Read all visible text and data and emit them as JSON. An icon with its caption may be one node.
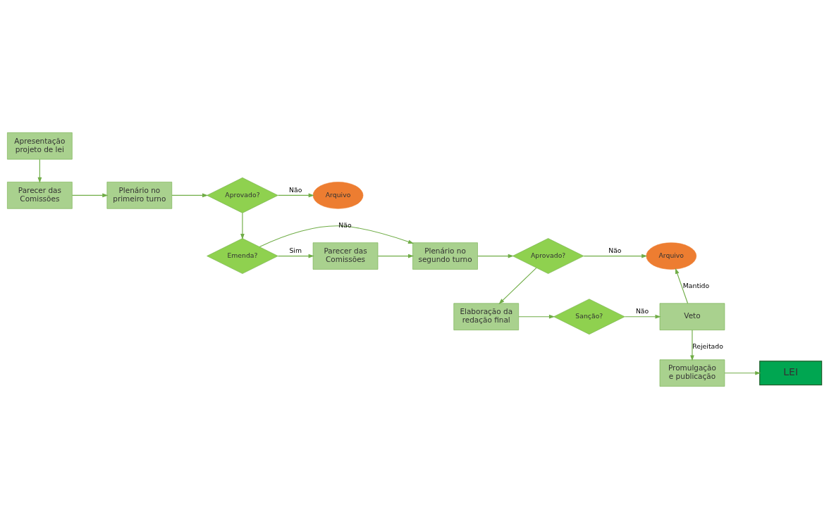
{
  "diagram": {
    "nodes": [
      {
        "text": [
          "Apresentação projeto de lei"
        ]
      },
      {
        "text": [
          "Parecer das Comissões"
        ]
      },
      {
        "text": [
          "Plenário no primeiro turno"
        ]
      },
      {
        "text": [
          "Aprovado?"
        ]
      },
      {
        "text": [
          "Arquivo"
        ]
      },
      {
        "text": [
          "Parecer das Comissões"
        ]
      },
      {
        "text": [
          "Emenda?"
        ]
      },
      {
        "text": [
          "Plenário no segundo turno"
        ]
      },
      {
        "text": [
          "Aprovado?"
        ]
      },
      {
        "text": [
          "Arquivo"
        ]
      },
      {
        "text": [
          "Elaboração da redação final"
        ]
      },
      {
        "text": [
          "Sanção?"
        ]
      },
      {
        "text": [
          "Veto"
        ]
      },
      {
        "text": [
          "Promulgação e publicação"
        ]
      },
      {
        "text": [
          "LEI"
        ]
      }
    ],
    "edges": [
      {
        "from": 0,
        "to": 1,
        "arrow": "to"
      },
      {
        "from": 1,
        "to": 2,
        "arrow": "to"
      },
      {
        "from": 2,
        "to": 3,
        "arrow": "to"
      },
      {
        "from": 3,
        "to": 4,
        "arrow": "to",
        "label": "Não"
      },
      {
        "from": 3,
        "to": 6,
        "arrow": "to"
      },
      {
        "from": 6,
        "to": 5,
        "arrow": "to",
        "label": "Sim"
      },
      {
        "from": 6,
        "to": 7,
        "arrow": "to",
        "label": "Não"
      },
      {
        "from": 5,
        "to": 7,
        "arrow": "to"
      },
      {
        "from": 7,
        "to": 8,
        "arrow": "to"
      },
      {
        "from": 8,
        "to": 9,
        "arrow": "to",
        "label": "Não"
      },
      {
        "from": 8,
        "to": 10,
        "arrow": "to"
      },
      {
        "from": 10,
        "to": 11,
        "arrow": "to"
      },
      {
        "from": 11,
        "to": 12,
        "arrow": "to",
        "label": "Não"
      },
      {
        "from": 12,
        "to": 9,
        "arrow": "to",
        "label": "Mantido"
      },
      {
        "from": 12,
        "to": 13,
        "arrow": "to",
        "label": "Rejeitado"
      },
      {
        "from": 13,
        "to": 14,
        "arrow": "to"
      }
    ]
  }
}
